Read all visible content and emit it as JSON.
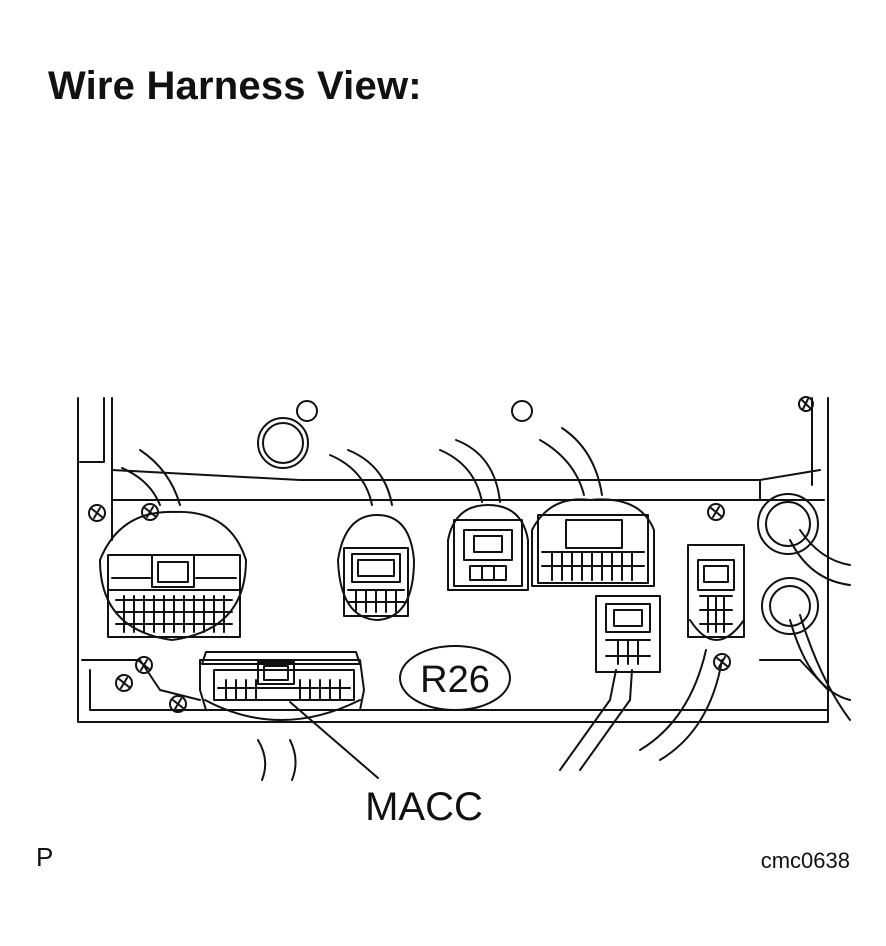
{
  "title": "Wire Harness View:",
  "connector_label": "R26",
  "callout_label": "MACC",
  "corner_left": "P",
  "figure_code": "cmc0638"
}
